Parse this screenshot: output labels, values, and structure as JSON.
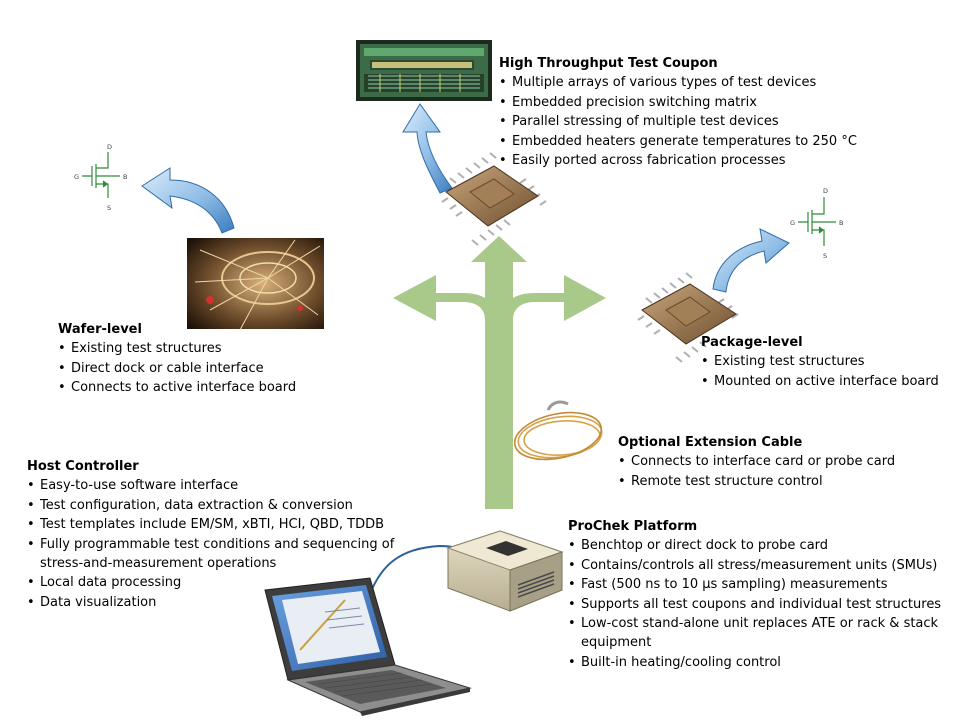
{
  "blocks": {
    "coupon": {
      "title": "High Throughput Test Coupon",
      "items": [
        "Multiple arrays of various types of test devices",
        "Embedded precision switching matrix",
        "Parallel stressing of multiple test devices",
        "Embedded heaters generate temperatures to 250 °C",
        "Easily ported across fabrication processes"
      ]
    },
    "wafer": {
      "title": "Wafer-level",
      "items": [
        "Existing test structures",
        "Direct dock or cable interface",
        "Connects to active interface board"
      ]
    },
    "package": {
      "title": "Package-level",
      "items": [
        "Existing test structures",
        "Mounted on active interface board"
      ]
    },
    "cable": {
      "title": "Optional Extension Cable",
      "items": [
        "Connects to interface card or probe card",
        "Remote test structure control"
      ]
    },
    "host": {
      "title": "Host Controller",
      "items": [
        "Easy-to-use software interface",
        "Test configuration, data extraction & conversion",
        "Test templates include EM/SM, xBTI, HCI, QBD, TDDB",
        "Fully programmable test conditions and sequencing of stress-and-measurement operations",
        "Local data processing",
        "Data visualization"
      ]
    },
    "platform": {
      "title": "ProChek Platform",
      "items": [
        "Benchtop or direct dock to probe card",
        "Contains/controls all stress/measurement units (SMUs)",
        "Fast (500 ns to 10 µs sampling) measurements",
        "Supports all test coupons and individual test structures",
        "Low-cost stand-alone unit replaces ATE or rack & stack equipment",
        "Built-in heating/cooling control"
      ]
    }
  },
  "transistor_labels": {
    "drain": "D",
    "gate": "G",
    "body": "B",
    "source": "S"
  },
  "colors": {
    "main_arrow": "#a9c98a",
    "curved_arrow": "#7fb2e0",
    "curved_arrow_edge": "#2f6ea8",
    "chip_body": "#8a6a4a",
    "laptop": "#4a4a4a",
    "screen": "#3f78c2"
  }
}
